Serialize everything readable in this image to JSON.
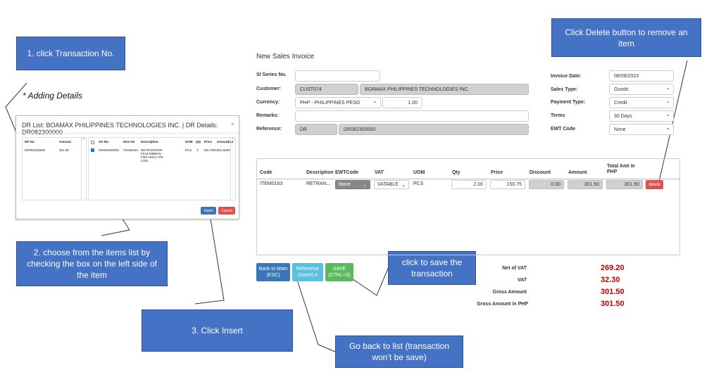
{
  "callouts": {
    "c1": "1.    click Transaction No.",
    "c2": "2. choose from the items list by checking the box on the left side of the item",
    "c3": "3. Click Insert",
    "c_delete": "Click Delete button to remove an item",
    "c_save": "click to save the transaction",
    "c_back": "Go back to list (transaction won’t be save)"
  },
  "note": "* Adding Details",
  "modal": {
    "title": "DR List: BOAMAX PHILIPPINES TECHNOLOGIES INC. | DR Details: DR082300000",
    "close": "×",
    "dr_list": {
      "headers": [
        "DR No",
        "Amount"
      ],
      "row": [
        "DR082300000",
        "301.50"
      ]
    },
    "items": {
      "headers": [
        "SO No.",
        "Item No",
        "Description",
        "UOM",
        "Qty",
        "Price",
        "Amount",
        "Cur"
      ],
      "row": [
        "SO082300000",
        "ITEM0163",
        "RETRANSFER FILM RIBBON FOR HISCA PR C201",
        "PCS",
        "2",
        "150.7500",
        "301.5000"
      ]
    },
    "insert_label": "Insert",
    "cancel_label": "Cancel"
  },
  "invoice": {
    "heading": "New Sales Invoice",
    "labels": {
      "si_series": "SI Series No.",
      "customer": "Customer:",
      "currency": "Currency:",
      "remarks": "Remarks:",
      "reference": "Reference:",
      "invoice_date": "Invoice Date:",
      "sales_type": "Sales Type:",
      "payment_type": "Payment Type:",
      "terms": "Terms",
      "ewt_code": "EWT Code"
    },
    "values": {
      "si_series": "",
      "customer_code": "CUST074",
      "customer_name": "BOAMAX PHILIPPINES TECHNOLOGIES INC.",
      "currency": "PHP - PHILIPPINES PESO",
      "rate": "1.00",
      "remarks": "",
      "ref_type": "DR",
      "ref_no": "DR082300000",
      "invoice_date": "08/09/2023",
      "sales_type": "Goods",
      "payment_type": "Credit",
      "terms": "30 Days",
      "ewt_code": "None"
    }
  },
  "grid": {
    "headers": {
      "code": "Code",
      "description": "Description",
      "ewt": "EWTCode",
      "vat": "VAT",
      "uom": "UOM",
      "qty": "Qty",
      "price": "Price",
      "discount": "Discount",
      "amount": "Amount",
      "total_php_1": "Total Amt in",
      "total_php_2": "PHP"
    },
    "row": {
      "code": "ITEM0163",
      "description": "RETRAN...",
      "ewt": "None",
      "vat": "VATABLE",
      "uom": "PCS",
      "qty": "2.00",
      "price": "150.75",
      "discount": "0.00",
      "amount": "301.50",
      "total_php": "301.50",
      "delete_label": "delete"
    }
  },
  "buttons": {
    "back_1": "Back to Main",
    "back_2": "(ESC)",
    "ref_1": "Reference",
    "ref_2": "(Insert) ▾",
    "save_1": "SAVE",
    "save_2": "(CTRL+S)"
  },
  "totals": {
    "net_vat_label": "Net of VAT",
    "net_vat": "269.20",
    "vat_label": "VAT",
    "vat": "32.30",
    "gross_label": "Gross Amount",
    "gross": "301.50",
    "gross_php_label": "Gross Amount in PHP",
    "gross_php": "301.50"
  },
  "colors": {
    "callout": "#4472c4",
    "delete": "#d9534f",
    "back": "#3a76b8",
    "reference": "#5bc0de",
    "save": "#5cb85c",
    "total": "#c00000"
  }
}
